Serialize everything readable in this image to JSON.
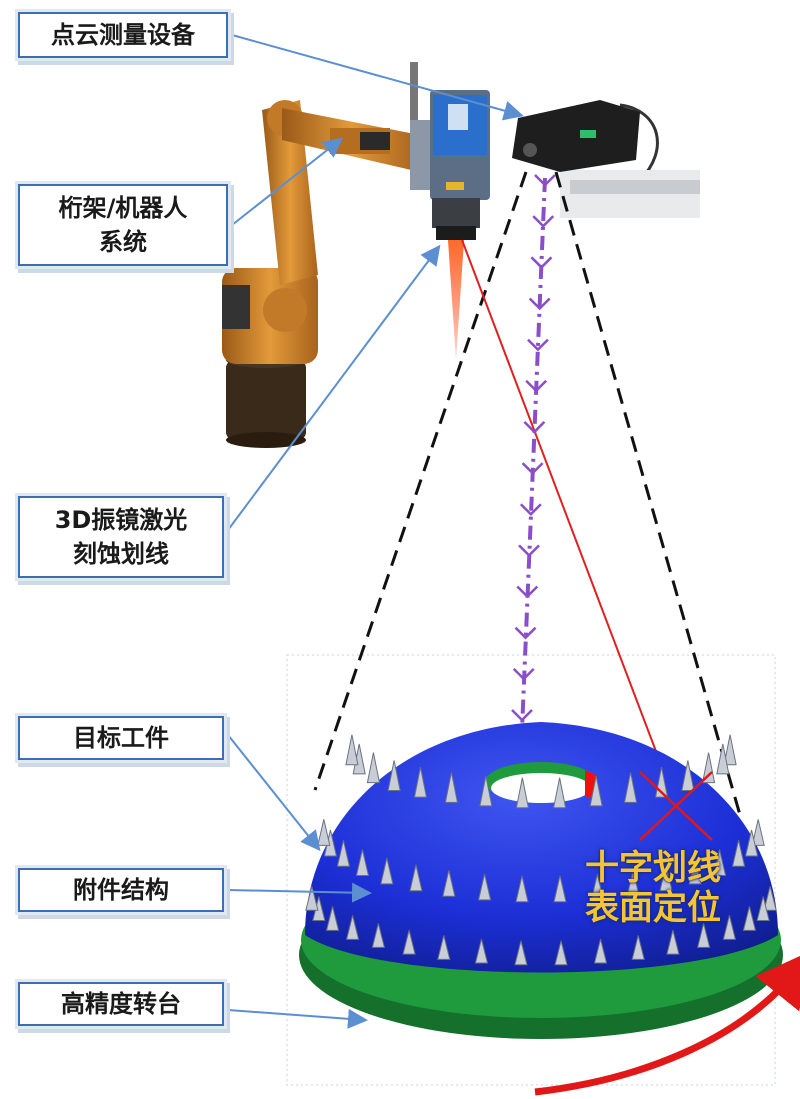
{
  "labels": {
    "scanner": "点云测量设备",
    "robot": "桁架/机器人\n系统",
    "laser": "3D振镜激光\n刻蚀划线",
    "workpiece": "目标工件",
    "attachments": "附件结构",
    "turntable": "高精度转台"
  },
  "marker": {
    "text": "十字划线\n表面定位"
  },
  "colors": {
    "label_border": "#3d6fb0",
    "arrow": "#5b8fd1",
    "laser_beam": "#e02020",
    "scan_ray": "#8a4fc8",
    "frustum": "#111111",
    "dome": "#1c2fd6",
    "turntable": "#1f9a3c",
    "robot": "#d9882a",
    "rotation_arrow": "#e21818",
    "marker_text": "#f3c433"
  }
}
